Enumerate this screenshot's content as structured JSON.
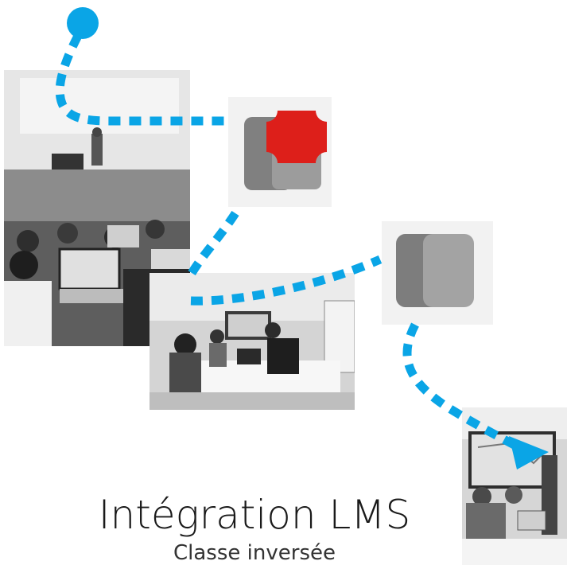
{
  "title": "Intégration LMS",
  "subtitle": "Classe inversée",
  "colors": {
    "path": "#0aa5e6",
    "accent_red": "#dd1f1a",
    "tile_bg": "#f2f2f2"
  },
  "photos": [
    {
      "name": "lecture-hall-photo"
    },
    {
      "name": "meeting-room-photo"
    },
    {
      "name": "classroom-screen-photo"
    }
  ],
  "icons": [
    {
      "name": "overlapping-squares-red-icon"
    },
    {
      "name": "overlapping-squares-icon"
    }
  ]
}
